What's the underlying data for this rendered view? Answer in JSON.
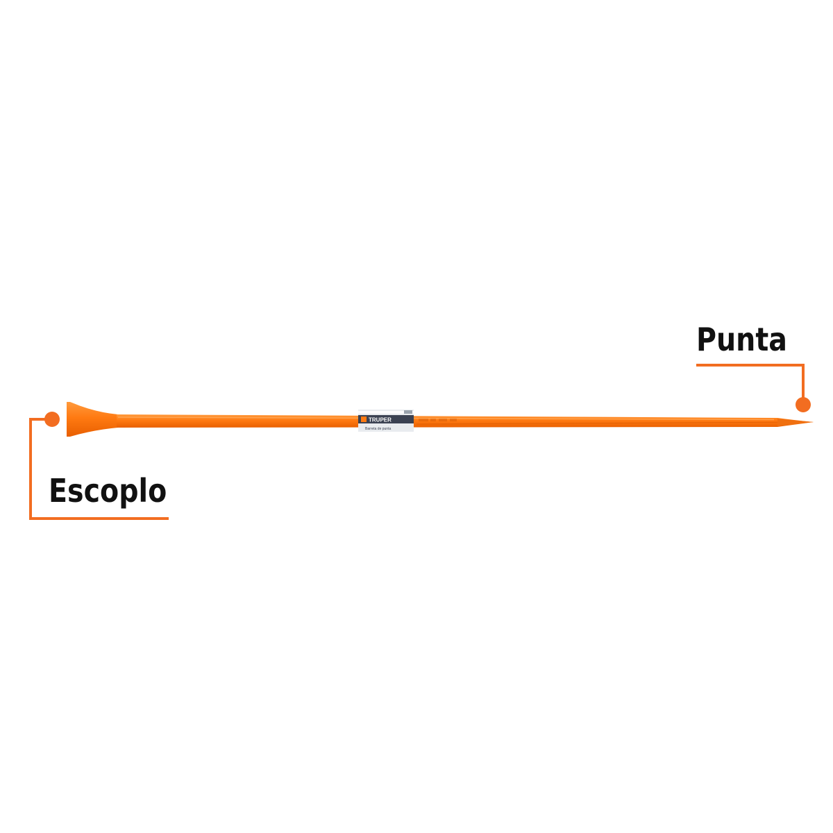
{
  "product": {
    "brand": "TRUPER",
    "tag_text": "Barreta de punta",
    "color": "#ff7a12",
    "accent_dark": "#3b4252"
  },
  "callouts": {
    "tip": {
      "label": "Punta",
      "color": "#f26d21"
    },
    "chisel": {
      "label": "Escoplo",
      "color": "#f26d21"
    }
  }
}
